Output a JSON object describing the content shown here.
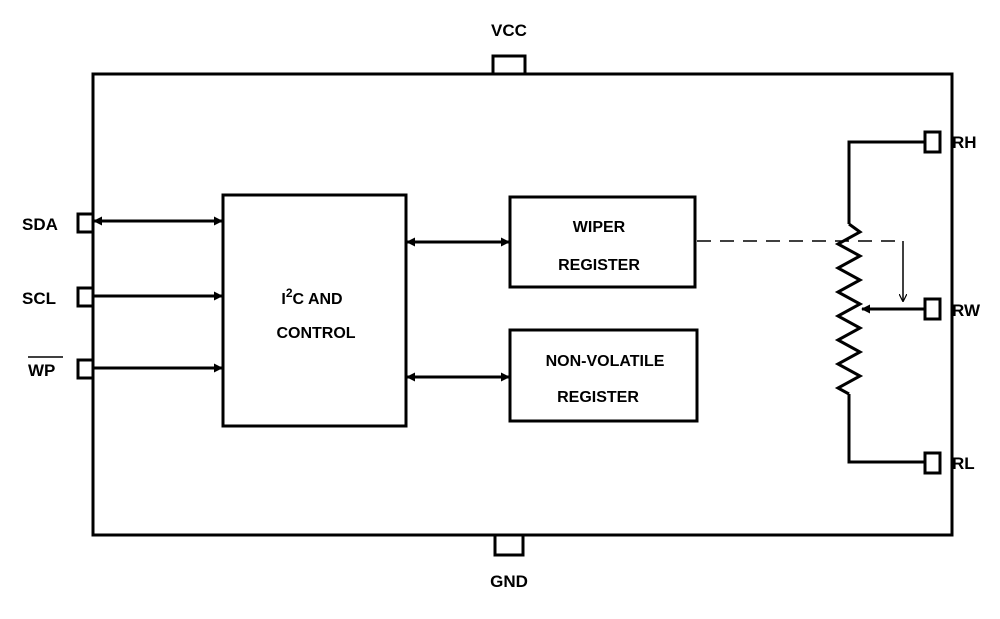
{
  "pins": {
    "vcc": "VCC",
    "gnd": "GND",
    "sda": "SDA",
    "scl": "SCL",
    "wp": "WP",
    "rh": "RH",
    "rw": "RW",
    "rl": "RL"
  },
  "blocks": {
    "control": {
      "line1_main": "I",
      "line1_sup": "2",
      "line1_rest": "C AND",
      "line2": "CONTROL"
    },
    "wiper": {
      "line1": "WIPER",
      "line2": "REGISTER"
    },
    "nvreg": {
      "line1": "NON-VOLATILE",
      "line2": "REGISTER"
    }
  },
  "colors": {
    "stroke": "#000000",
    "background": "#ffffff"
  }
}
